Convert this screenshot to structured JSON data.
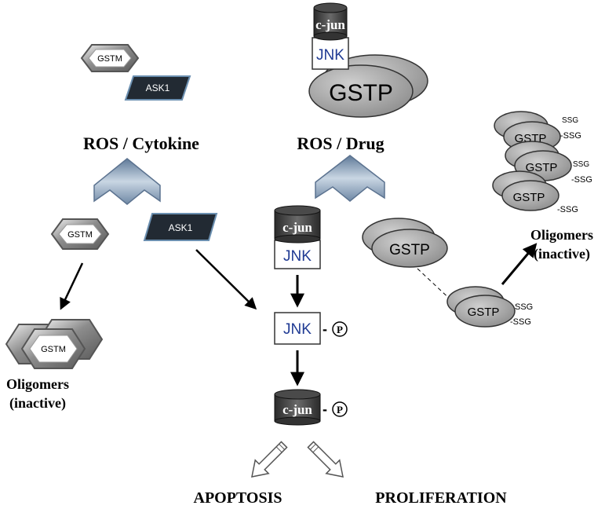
{
  "labels": {
    "gstm": "GSTM",
    "ask1": "ASK1",
    "cjun": "c-jun",
    "jnk": "JNK",
    "gstp": "GSTP",
    "ssg_a": "SSG",
    "ssg_b": "-SSG",
    "phospho": "P",
    "phospho_dash": "-",
    "ros_cytokine": "ROS / Cytokine",
    "ros_drug": "ROS / Drug",
    "oligomers": "Oligomers",
    "inactive": "(inactive)",
    "apoptosis": "APOPTOSIS",
    "proliferation": "PROLIFERATION"
  },
  "colors": {
    "jnk_text": "#1f3a93",
    "chevron_fill": "#7f97b2",
    "gstp_fill": "#a6a6a6",
    "ask1_fill": "#222a33",
    "cylinder_fill": "#3a3a3a"
  }
}
